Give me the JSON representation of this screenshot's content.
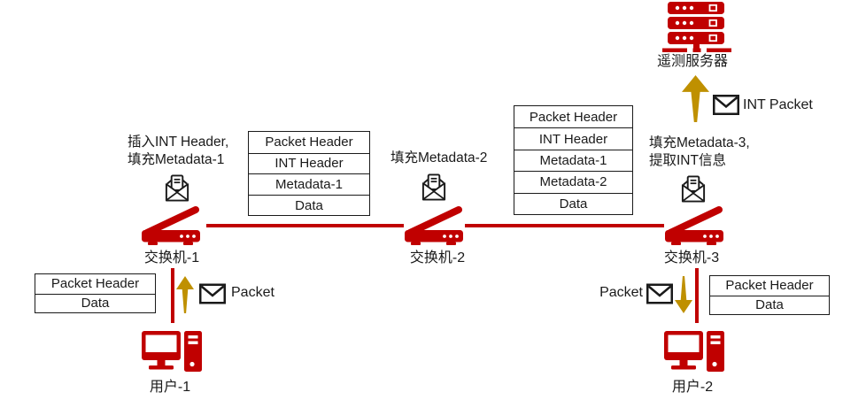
{
  "colors": {
    "red": "#C00000",
    "gold": "#BF9000",
    "ink": "#1A1A1A"
  },
  "icons": {
    "telemetry-server-icon": "server-rack",
    "mail-open-icon": "open-envelope-with-letter",
    "envelope-icon": "closed-envelope",
    "switch-icon": "network-switch-open-lid",
    "user-computer-icon": "desktop-computer-with-tower",
    "arrow-icon": "tapered-gold-arrow"
  },
  "telemetry_server": {
    "label": "遥测服务器"
  },
  "int_packet": {
    "label": "INT Packet"
  },
  "switch1": {
    "action_line1": "插入INT Header,",
    "action_line2": "填充Metadata-1",
    "name": "交换机-1"
  },
  "switch2": {
    "action_line1": "填充Metadata-2",
    "name": "交换机-2"
  },
  "switch3": {
    "action_line1": "填充Metadata-3,",
    "action_line2": "提取INT信息",
    "name": "交换机-3"
  },
  "tables": {
    "t1": {
      "rows": [
        "Packet Header",
        "INT Header",
        "Metadata-1",
        "Data"
      ]
    },
    "t2": {
      "rows": [
        "Packet Header",
        "INT Header",
        "Metadata-1",
        "Metadata-2",
        "Data"
      ]
    },
    "t3": {
      "rows": [
        "Packet Header",
        "Data"
      ]
    },
    "t4": {
      "rows": [
        "Packet Header",
        "Data"
      ]
    }
  },
  "user1": {
    "name": "用户-1",
    "packet_label": "Packet"
  },
  "user2": {
    "name": "用户-2",
    "packet_label": "Packet"
  }
}
